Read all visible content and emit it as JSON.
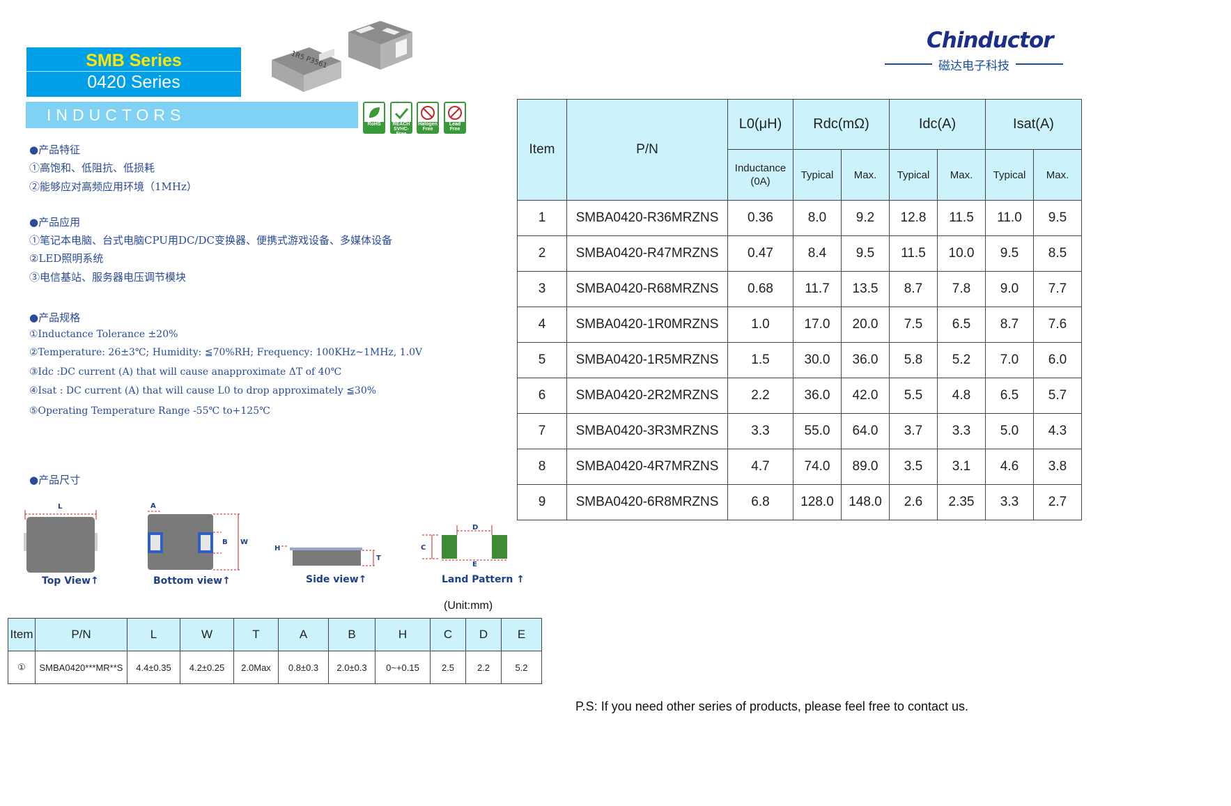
{
  "header": {
    "series_line1": "SMB Series",
    "series_line2": "0420 Series",
    "category": "INDUCTORS",
    "badges": [
      {
        "icon": "leaf-icon",
        "label": "RoHS"
      },
      {
        "icon": "leaf-check-icon",
        "label": "REACH SVHC-Free"
      },
      {
        "icon": "halogen-icon",
        "label": "Halogen Free"
      },
      {
        "icon": "lead-icon",
        "label": "Lead Free"
      }
    ],
    "logo_text": "Chinductor",
    "logo_sub": "磁达电子科技"
  },
  "features": {
    "title": "●产品特征",
    "items": [
      "①高饱和、低阻抗、低损耗",
      "②能够应对高频应用环境（1MHz）"
    ]
  },
  "applications": {
    "title": "●产品应用",
    "items": [
      "①笔记本电脑、台式电脑CPU用DC/DC变换器、便携式游戏设备、多媒体设备",
      "②LED照明系统",
      "③电信基站、服务器电压调节模块"
    ]
  },
  "specs": {
    "title": "●产品规格",
    "items": [
      "①Inductance Tolerance ±20%",
      "②Temperature: 26±3℃; Humidity: ≦70%RH; Frequency: 100KHz~1MHz, 1.0V",
      "③Idc :DC current (A) that will cause anapproximate ΔT of 40℃",
      "④Isat : DC current (A) that will cause L0 to drop approximately ≦30%",
      "⑤Operating Temperature Range -55℃ to+125℃"
    ]
  },
  "dimensions": {
    "title": "●产品尺寸",
    "views": {
      "top": "Top View↑",
      "bottom": "Bottom view↑",
      "side": "Side view↑",
      "land": "Land Pattern ↑"
    },
    "labels": {
      "L": "L",
      "A": "A",
      "B": "B",
      "W": "W",
      "H": "H",
      "T": "T",
      "C": "C",
      "D": "D",
      "E": "E"
    },
    "unit": "(Unit:mm)",
    "table": {
      "headers": [
        "Item",
        "P/N",
        "L",
        "W",
        "T",
        "A",
        "B",
        "H",
        "C",
        "D",
        "E"
      ],
      "rows": [
        [
          "①",
          "SMBA0420***MR**S",
          "4.4±0.35",
          "4.2±0.25",
          "2.0Max",
          "0.8±0.3",
          "2.0±0.3",
          "0~+0.15",
          "2.5",
          "2.2",
          "5.2"
        ]
      ]
    }
  },
  "spec_table": {
    "h_item": "Item",
    "h_pn": "P/N",
    "h_l0": "L0(μH)",
    "h_rdc": "Rdc(mΩ)",
    "h_idc": "Idc(A)",
    "h_isat": "Isat(A)",
    "sub_l0": "Inductance (0A)",
    "sub_typical": "Typical",
    "sub_max": "Max.",
    "rows": [
      [
        "1",
        "SMBA0420-R36MRZNS",
        "0.36",
        "8.0",
        "9.2",
        "12.8",
        "11.5",
        "11.0",
        "9.5"
      ],
      [
        "2",
        "SMBA0420-R47MRZNS",
        "0.47",
        "8.4",
        "9.5",
        "11.5",
        "10.0",
        "9.5",
        "8.5"
      ],
      [
        "3",
        "SMBA0420-R68MRZNS",
        "0.68",
        "11.7",
        "13.5",
        "8.7",
        "7.8",
        "9.0",
        "7.7"
      ],
      [
        "4",
        "SMBA0420-1R0MRZNS",
        "1.0",
        "17.0",
        "20.0",
        "7.5",
        "6.5",
        "8.7",
        "7.6"
      ],
      [
        "5",
        "SMBA0420-1R5MRZNS",
        "1.5",
        "30.0",
        "36.0",
        "5.8",
        "5.2",
        "7.0",
        "6.0"
      ],
      [
        "6",
        "SMBA0420-2R2MRZNS",
        "2.2",
        "36.0",
        "42.0",
        "5.5",
        "4.8",
        "6.5",
        "5.7"
      ],
      [
        "7",
        "SMBA0420-3R3MRZNS",
        "3.3",
        "55.0",
        "64.0",
        "3.7",
        "3.3",
        "5.0",
        "4.3"
      ],
      [
        "8",
        "SMBA0420-4R7MRZNS",
        "4.7",
        "74.0",
        "89.0",
        "3.5",
        "3.1",
        "4.6",
        "3.8"
      ],
      [
        "9",
        "SMBA0420-6R8MRZNS",
        "6.8",
        "128.0",
        "148.0",
        "2.6",
        "2.35",
        "3.3",
        "2.7"
      ]
    ]
  },
  "photo_marking": "1R5 P3561",
  "footer": "P.S: If you need other series of products, please feel free to contact us."
}
